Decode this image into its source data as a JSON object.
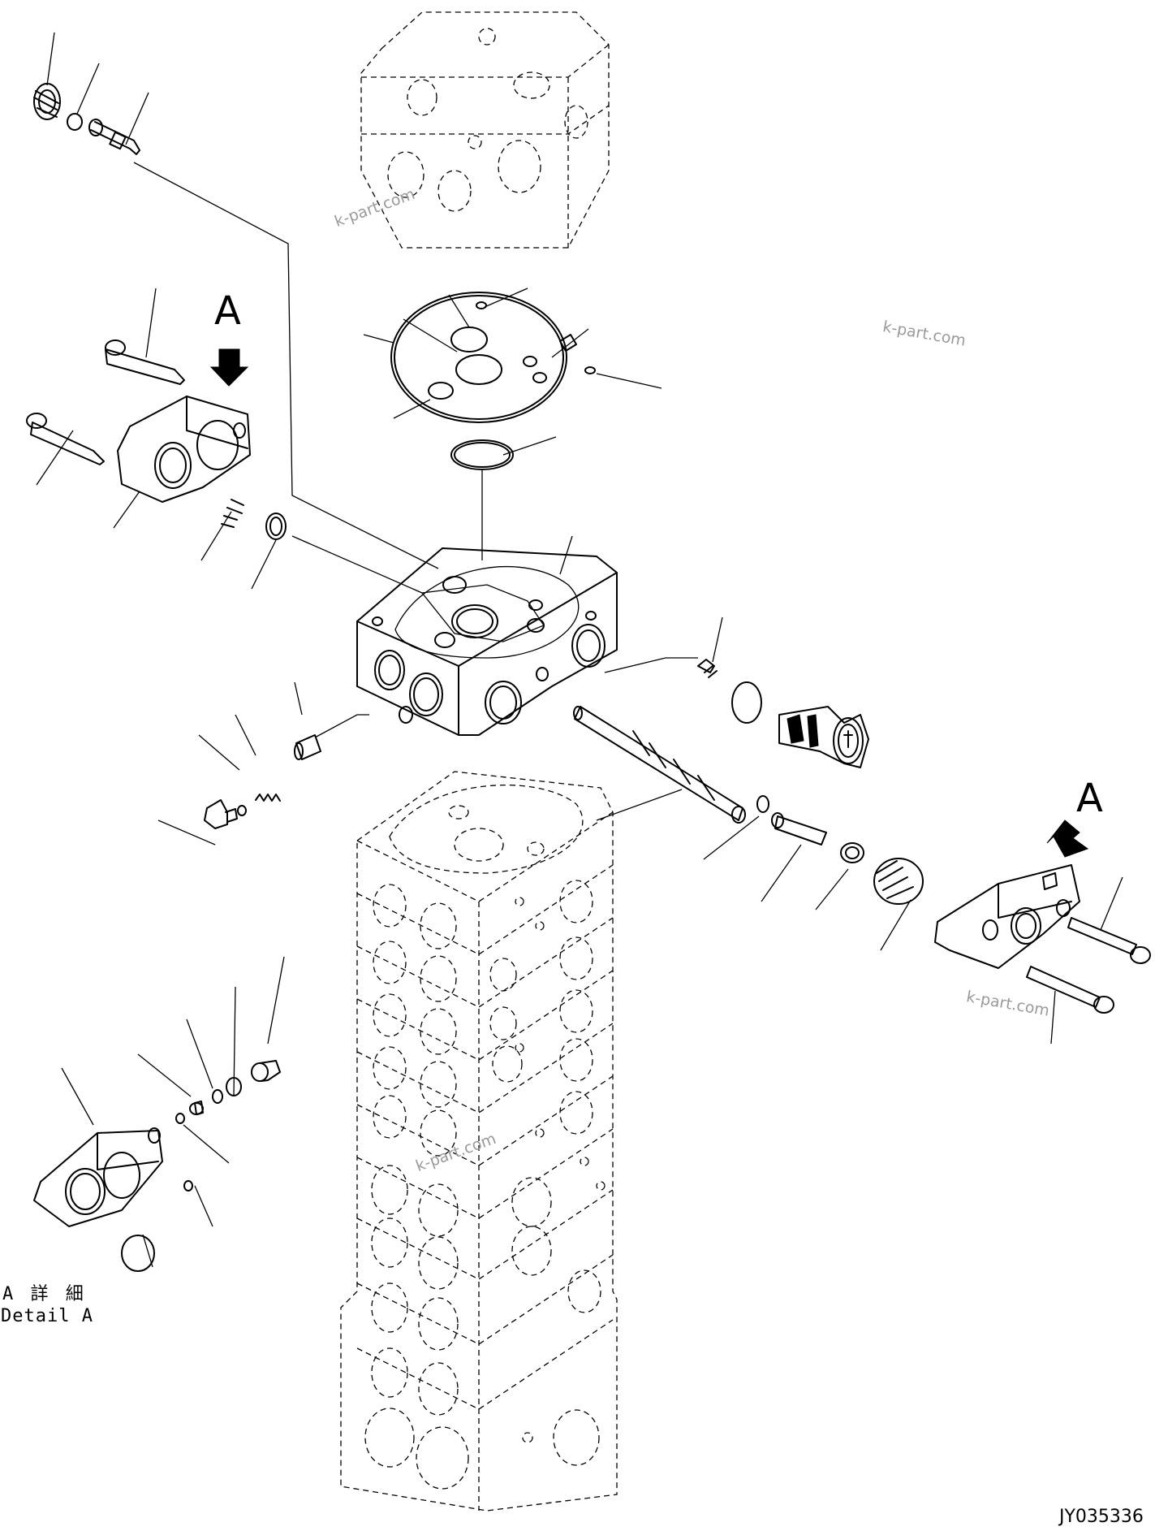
{
  "view_letters": [
    "A",
    "A"
  ],
  "detail": {
    "line1": "A 詳 細",
    "line2": "Detail A"
  },
  "watermarks": [
    "k-part.com",
    "k-part.com",
    "k-part.com",
    "k-part.com"
  ],
  "drawing_number": "JY035336"
}
